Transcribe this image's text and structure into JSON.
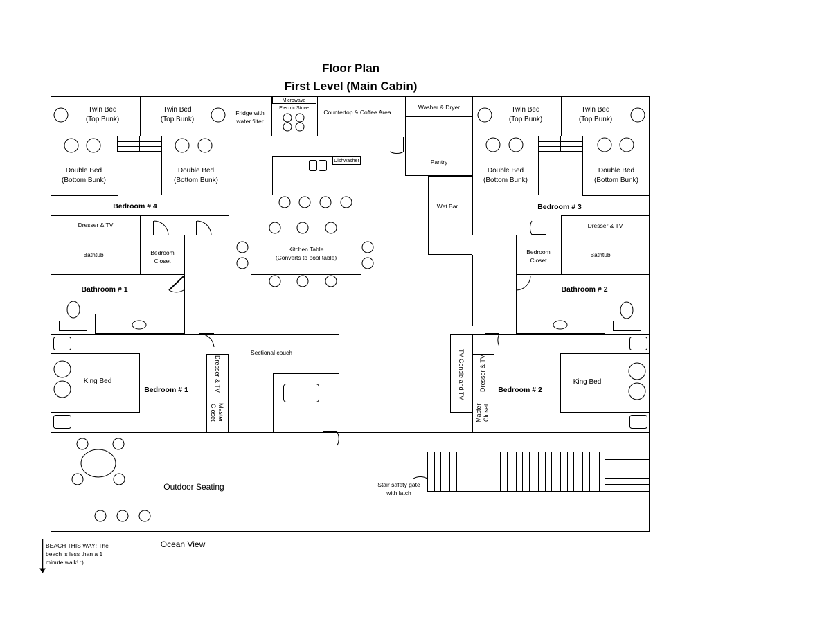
{
  "title_line1": "Floor Plan",
  "title_line2": "First Level (Main Cabin)",
  "rooms": {
    "twin_bed_label": "Twin Bed",
    "top_bunk_label": "(Top Bunk)",
    "double_bed_label": "Double Bed",
    "bottom_bunk_label": "(Bottom Bunk)",
    "fridge_line1": "Fridge with",
    "fridge_line2": "water filter",
    "microwave": "Microwave",
    "electric_stove": "Electric Stove",
    "countertop": "Countertop & Coffee Area",
    "washer_dryer": "Washer & Dryer",
    "pantry": "Pantry",
    "dishwasher": "Dishwasher",
    "wet_bar": "Wet Bar",
    "bedroom_4": "Bedroom # 4",
    "bedroom_3": "Bedroom # 3",
    "bedroom_2": "Bedroom # 2",
    "bedroom_1": "Bedroom # 1",
    "dresser_tv": "Dresser & TV",
    "bathtub": "Bathtub",
    "bedroom_closet_line1": "Bedroom",
    "bedroom_closet_line2": "Closet",
    "kitchen_table_line1": "Kitchen Table",
    "kitchen_table_line2": "(Converts to pool table)",
    "bathroom_1": "Bathroom # 1",
    "bathroom_2": "Bathroom # 2",
    "king_bed": "King Bed",
    "sectional_couch": "Sectional couch",
    "master_closet_line1": "Master",
    "master_closet_line2": "Closet",
    "tv_console": "TV Consle and TV",
    "outdoor_seating": "Outdoor Seating",
    "stair_gate_line1": "Stair safety gate",
    "stair_gate_line2": "with latch"
  },
  "footer": {
    "beach_note": "BEACH THIS WAY! The beach is less than a 1 minute walk! :)",
    "ocean_view": "Ocean View"
  }
}
